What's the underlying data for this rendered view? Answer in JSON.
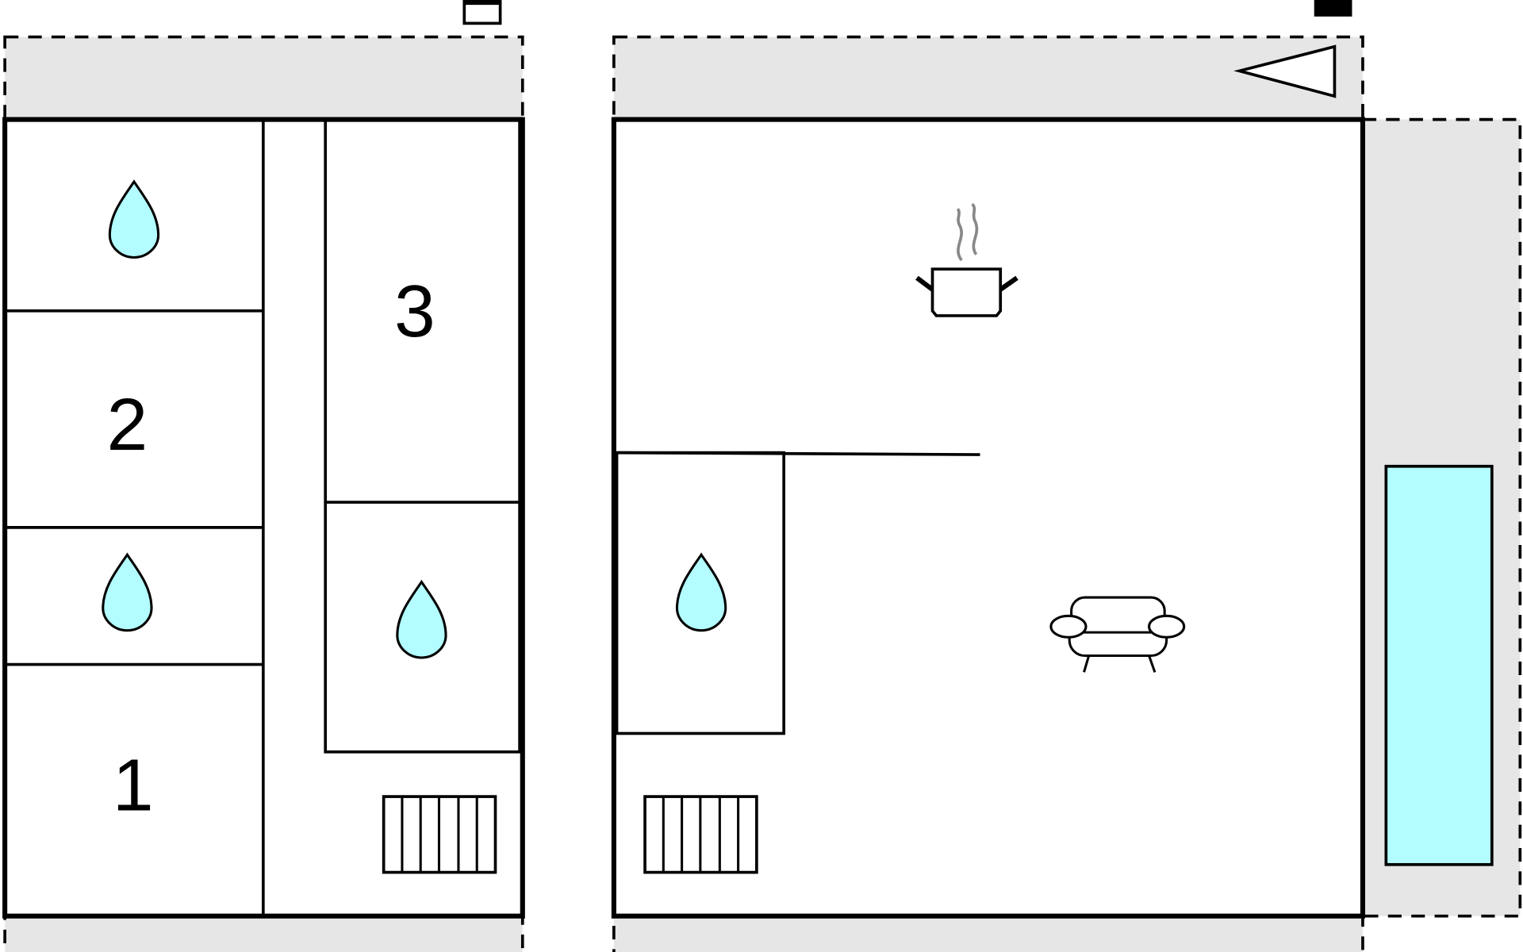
{
  "floorplan": {
    "room_numbers": [
      "1",
      "2",
      "3"
    ],
    "colors": {
      "wall": "#000000",
      "outdoor": "#e6e6e6",
      "water": "#b3fcff",
      "steam": "#888888"
    },
    "icons": [
      "window-icon",
      "entrance-icon",
      "bathroom-drop-icon",
      "radiator-icon",
      "cooking-pot-icon",
      "sofa-icon",
      "pool-icon",
      "chimney-icon"
    ]
  }
}
